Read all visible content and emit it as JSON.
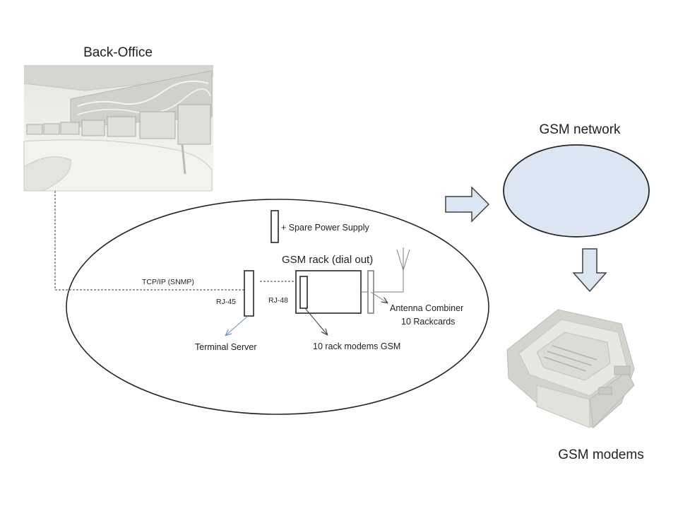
{
  "title_backoffice": "Back-Office",
  "title_gsm_network": "GSM network",
  "title_gsm_modems": "GSM modems",
  "labels": {
    "spare_power": "+ Spare Power Supply",
    "gsm_rack": "GSM rack (dial out)",
    "tcpip": "TCP/IP (SNMP)",
    "rj45": "RJ-45",
    "rj48": "RJ-48",
    "antenna_line1": "Antenna Combiner",
    "antenna_line2": "10 Rackcards",
    "terminal_server": "Terminal Server",
    "rack_modems": "10 rack modems GSM"
  },
  "colors": {
    "network_fill": "#dce6f2",
    "arrow_fill": "#dce6f2",
    "stroke": "#404040",
    "pointer_blue": "#6d8fbf"
  },
  "icons": {
    "backoffice_photo": "control-room-photo",
    "modem_photo": "gsm-modem-photo",
    "antenna": "antenna-icon"
  }
}
